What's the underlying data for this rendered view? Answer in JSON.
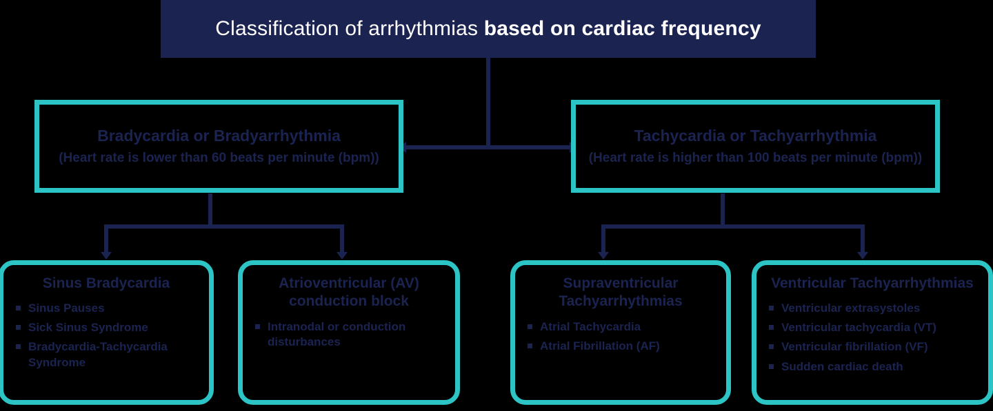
{
  "title": {
    "normal": "Classification of arrhythmias ",
    "bold": "based on cardiac frequency"
  },
  "colors": {
    "accent_teal": "#2cc4c4",
    "navy": "#1b2350",
    "background": "#000000",
    "title_text": "#ffffff"
  },
  "categories": [
    {
      "heading": "Bradycardia or Bradyarrhythmia",
      "subtitle": "(Heart rate is lower than 60 beats per minute (bpm))"
    },
    {
      "heading": "Tachycardia or Tachyarrhythmia",
      "subtitle": "(Heart rate is higher than 100 beats per minute (bpm))"
    }
  ],
  "cards": [
    {
      "title": "Sinus Bradycardia",
      "items": [
        "Sinus Pauses",
        "Sick Sinus Syndrome",
        "Bradycardia-Tachycardia Syndrome"
      ]
    },
    {
      "title": "Atrioventricular (AV) conduction block",
      "items": [
        "Intranodal or conduction disturbances"
      ]
    },
    {
      "title": "Supraventricular Tachyarrhythmias",
      "items": [
        "Atrial Tachycardia",
        "Atrial Fibrillation (AF)"
      ]
    },
    {
      "title": "Ventricular Tachyarrhythmias",
      "items": [
        "Ventricular extrasystoles",
        "Ventricular tachycardia (VT)",
        "Ventricular fibrillation (VF)",
        "Sudden cardiac death"
      ]
    }
  ]
}
